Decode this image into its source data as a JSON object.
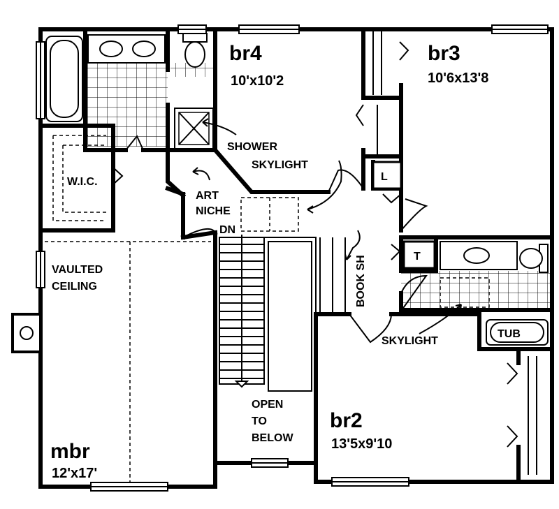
{
  "rooms": {
    "br4": {
      "name": "br4",
      "dims": "10'x10'2"
    },
    "br3": {
      "name": "br3",
      "dims": "10'6x13'8"
    },
    "br2": {
      "name": "br2",
      "dims": "13'5x9'10"
    },
    "mbr": {
      "name": "mbr",
      "dims": "12'x17'"
    }
  },
  "labels": {
    "shower": "SHOWER",
    "skylight_top": "SKYLIGHT",
    "skylight_bottom": "SKYLIGHT",
    "wic": "W.I.C.",
    "art": "ART",
    "niche": "NICHE",
    "dn": "DN",
    "linen": "L",
    "toilet": "T",
    "book_shelf": "BOOK SH",
    "tub": "TUB",
    "vaulted": "VAULTED",
    "ceiling": "CEILING",
    "open": "OPEN",
    "to": "TO",
    "below": "BELOW"
  }
}
